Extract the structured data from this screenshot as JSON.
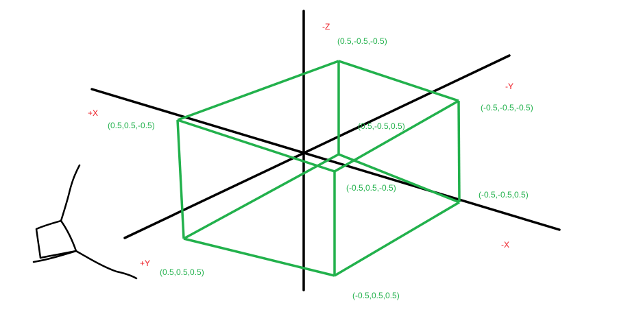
{
  "colors": {
    "axis": "#000000",
    "box": "#22b14c",
    "axis_label": "#ed1c24",
    "vertex_label": "#22b14c",
    "background": "#ffffff"
  },
  "axis_labels": {
    "neg_z": "-Z",
    "neg_y": "-Y",
    "pos_x": "+X",
    "pos_y": "+Y",
    "neg_x": "-X"
  },
  "vertices": {
    "v1": "(0.5,-0.5,-0.5)",
    "v2": "(-0.5,-0.5,-0.5)",
    "v3": "(0.5,0.5,-0.5)",
    "v4": "(0.5,-0.5,0.5)",
    "v5": "(-0.5,0.5,-0.5)",
    "v6": "(-0.5,-0.5,0.5)",
    "v7": "(0.5,0.5,0.5)",
    "v8": "(-0.5,0.5,0.5)"
  }
}
